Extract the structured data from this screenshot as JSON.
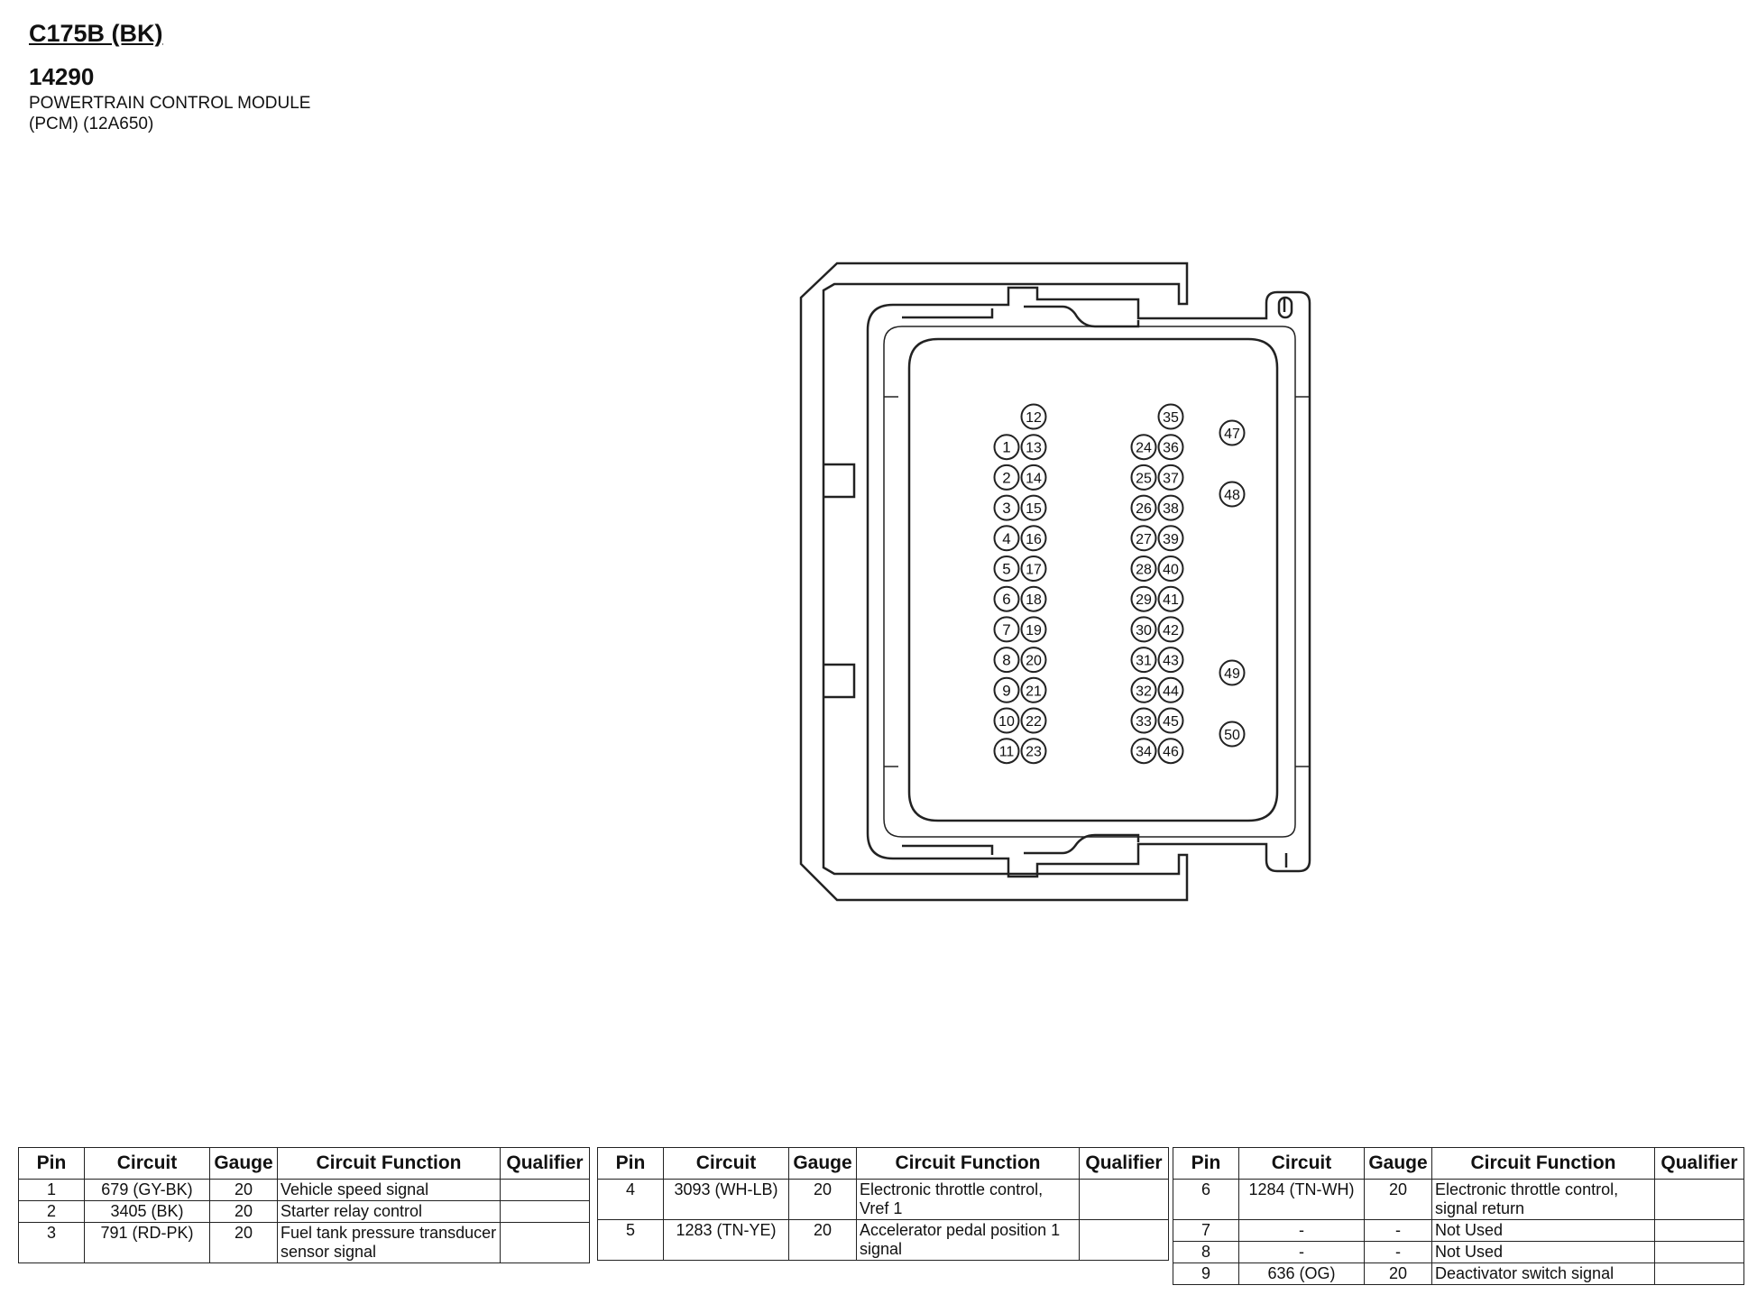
{
  "header": {
    "connector_id": "C175B (BK)",
    "component_number": "14290",
    "component_name_line1": "POWERTRAIN CONTROL MODULE",
    "component_name_line2": "(PCM) (12A650)"
  },
  "colors": {
    "line": "#222222",
    "background": "#ffffff"
  },
  "connector": {
    "pins_left": [
      {
        "label": "1",
        "col": "a",
        "row": 2
      },
      {
        "label": "2",
        "col": "a",
        "row": 3
      },
      {
        "label": "3",
        "col": "a",
        "row": 4
      },
      {
        "label": "4",
        "col": "a",
        "row": 5
      },
      {
        "label": "5",
        "col": "a",
        "row": 6
      },
      {
        "label": "6",
        "col": "a",
        "row": 7
      },
      {
        "label": "7",
        "col": "a",
        "row": 8
      },
      {
        "label": "8",
        "col": "a",
        "row": 9
      },
      {
        "label": "9",
        "col": "a",
        "row": 10
      },
      {
        "label": "10",
        "col": "a",
        "row": 11
      },
      {
        "label": "11",
        "col": "a",
        "row": 12
      },
      {
        "label": "12",
        "col": "b",
        "row": 1
      },
      {
        "label": "13",
        "col": "b",
        "row": 2
      },
      {
        "label": "14",
        "col": "b",
        "row": 3
      },
      {
        "label": "15",
        "col": "b",
        "row": 4
      },
      {
        "label": "16",
        "col": "b",
        "row": 5
      },
      {
        "label": "17",
        "col": "b",
        "row": 6
      },
      {
        "label": "18",
        "col": "b",
        "row": 7
      },
      {
        "label": "19",
        "col": "b",
        "row": 8
      },
      {
        "label": "20",
        "col": "b",
        "row": 9
      },
      {
        "label": "21",
        "col": "b",
        "row": 10
      },
      {
        "label": "22",
        "col": "b",
        "row": 11
      },
      {
        "label": "23",
        "col": "b",
        "row": 12
      }
    ],
    "pins_right": [
      {
        "label": "24",
        "col": "c",
        "row": 2
      },
      {
        "label": "25",
        "col": "c",
        "row": 3
      },
      {
        "label": "26",
        "col": "c",
        "row": 4
      },
      {
        "label": "27",
        "col": "c",
        "row": 5
      },
      {
        "label": "28",
        "col": "c",
        "row": 6
      },
      {
        "label": "29",
        "col": "c",
        "row": 7
      },
      {
        "label": "30",
        "col": "c",
        "row": 8
      },
      {
        "label": "31",
        "col": "c",
        "row": 9
      },
      {
        "label": "32",
        "col": "c",
        "row": 10
      },
      {
        "label": "33",
        "col": "c",
        "row": 11
      },
      {
        "label": "34",
        "col": "c",
        "row": 12
      },
      {
        "label": "35",
        "col": "d",
        "row": 1
      },
      {
        "label": "36",
        "col": "d",
        "row": 2
      },
      {
        "label": "37",
        "col": "d",
        "row": 3
      },
      {
        "label": "38",
        "col": "d",
        "row": 4
      },
      {
        "label": "39",
        "col": "d",
        "row": 5
      },
      {
        "label": "40",
        "col": "d",
        "row": 6
      },
      {
        "label": "41",
        "col": "d",
        "row": 7
      },
      {
        "label": "42",
        "col": "d",
        "row": 8
      },
      {
        "label": "43",
        "col": "d",
        "row": 9
      },
      {
        "label": "44",
        "col": "d",
        "row": 10
      },
      {
        "label": "45",
        "col": "d",
        "row": 11
      },
      {
        "label": "46",
        "col": "d",
        "row": 12
      }
    ],
    "pins_far": [
      {
        "label": "47",
        "group": "top",
        "slot": 0
      },
      {
        "label": "48",
        "group": "top",
        "slot": 1
      },
      {
        "label": "49",
        "group": "bottom",
        "slot": 0
      },
      {
        "label": "50",
        "group": "bottom",
        "slot": 1
      }
    ]
  },
  "tables": [
    {
      "headers": [
        "Pin",
        "Circuit",
        "Gauge",
        "Circuit Function",
        "Qualifier"
      ],
      "rows": [
        {
          "pin": "1",
          "circuit": "679 (GY-BK)",
          "gauge": "20",
          "function": "Vehicle speed signal",
          "qualifier": ""
        },
        {
          "pin": "2",
          "circuit": "3405 (BK)",
          "gauge": "20",
          "function": "Starter relay control",
          "qualifier": ""
        },
        {
          "pin": "3",
          "circuit": "791 (RD-PK)",
          "gauge": "20",
          "function": "Fuel tank pressure transducer sensor signal",
          "qualifier": ""
        }
      ]
    },
    {
      "headers": [
        "Pin",
        "Circuit",
        "Gauge",
        "Circuit Function",
        "Qualifier"
      ],
      "rows": [
        {
          "pin": "4",
          "circuit": "3093 (WH-LB)",
          "gauge": "20",
          "function": "Electronic throttle control, Vref 1",
          "qualifier": ""
        },
        {
          "pin": "5",
          "circuit": "1283 (TN-YE)",
          "gauge": "20",
          "function": "Accelerator pedal position 1 signal",
          "qualifier": ""
        }
      ]
    },
    {
      "headers": [
        "Pin",
        "Circuit",
        "Gauge",
        "Circuit Function",
        "Qualifier"
      ],
      "rows": [
        {
          "pin": "6",
          "circuit": "1284 (TN-WH)",
          "gauge": "20",
          "function": "Electronic throttle control, signal return",
          "qualifier": ""
        },
        {
          "pin": "7",
          "circuit": "-",
          "gauge": "-",
          "function": "Not Used",
          "qualifier": ""
        },
        {
          "pin": "8",
          "circuit": "-",
          "gauge": "-",
          "function": "Not Used",
          "qualifier": ""
        },
        {
          "pin": "9",
          "circuit": "636 (OG)",
          "gauge": "20",
          "function": "Deactivator switch signal",
          "qualifier": ""
        }
      ]
    }
  ]
}
